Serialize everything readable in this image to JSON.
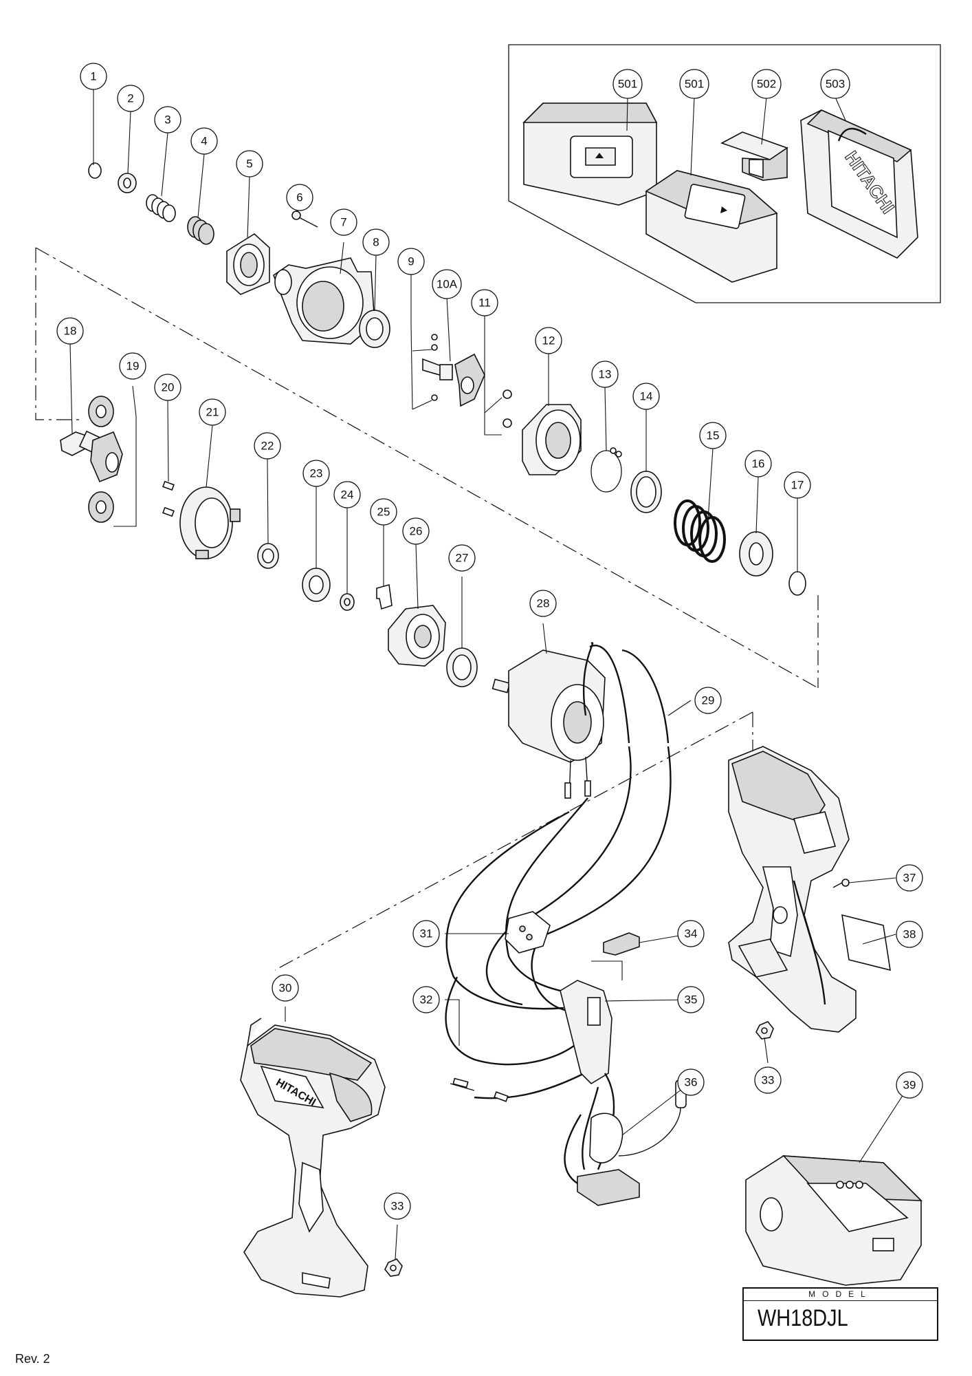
{
  "model": {
    "label": "MODEL",
    "value": "WH18DJL"
  },
  "revision": "Rev. 2",
  "callouts": [
    "1",
    "2",
    "3",
    "4",
    "5",
    "6",
    "7",
    "8",
    "9",
    "10A",
    "11",
    "12",
    "13",
    "14",
    "15",
    "16",
    "17",
    "18",
    "19",
    "20",
    "21",
    "22",
    "23",
    "24",
    "25",
    "26",
    "27",
    "28",
    "29",
    "30",
    "31",
    "32",
    "33",
    "34",
    "35",
    "36",
    "37",
    "38",
    "33",
    "39",
    "501",
    "501",
    "502",
    "503"
  ],
  "brand_marks": [
    "HITACHI"
  ]
}
